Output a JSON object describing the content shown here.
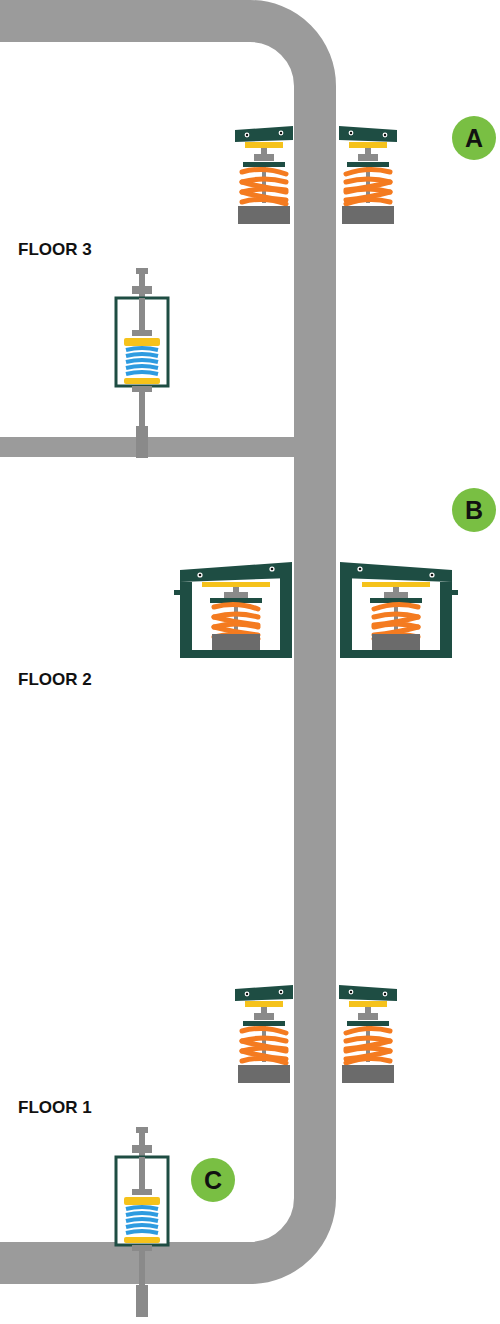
{
  "diagram": {
    "nodes": [
      {
        "text": [
          "A"
        ]
      },
      {
        "text": [
          "B"
        ]
      },
      {
        "text": [
          "C"
        ]
      }
    ],
    "labels": [
      "FLOOR 3",
      "FLOOR 2",
      "FLOOR 1"
    ]
  }
}
